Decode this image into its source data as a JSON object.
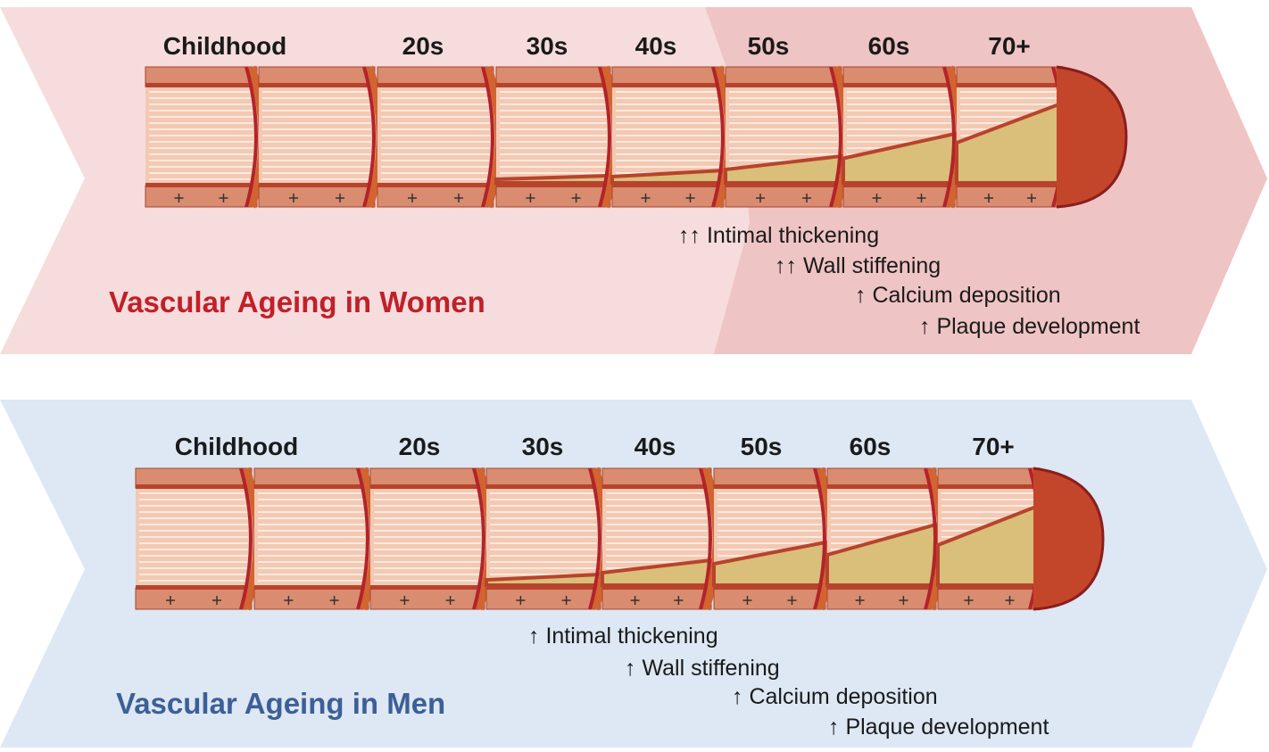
{
  "women": {
    "title": "Vascular Ageing in Women",
    "title_color": "#c0202a",
    "bg_color": "#f6d9d9",
    "bg_dark_color": "#efc3c3",
    "ages": [
      "Childhood",
      "20s",
      "30s",
      "40s",
      "50s",
      "60s",
      "70+"
    ],
    "effects": [
      {
        "arrows": "↑↑",
        "text": "Intimal thickening"
      },
      {
        "arrows": "↑↑",
        "text": "Wall stiffening"
      },
      {
        "arrows": "↑",
        "text": "Calcium deposition"
      },
      {
        "arrows": "↑",
        "text": "Plaque development"
      }
    ]
  },
  "men": {
    "title": "Vascular Ageing in  Men",
    "title_color": "#3d5f97",
    "bg_color": "#dce7f3",
    "ages": [
      "Childhood",
      "20s",
      "30s",
      "40s",
      "50s",
      "60s",
      "70+"
    ],
    "effects": [
      {
        "arrows": "↑",
        "text": "Intimal thickening"
      },
      {
        "arrows": "↑",
        "text": "Wall stiffening"
      },
      {
        "arrows": "↑",
        "text": "Calcium deposition"
      },
      {
        "arrows": "↑",
        "text": "Plaque development"
      }
    ]
  }
}
